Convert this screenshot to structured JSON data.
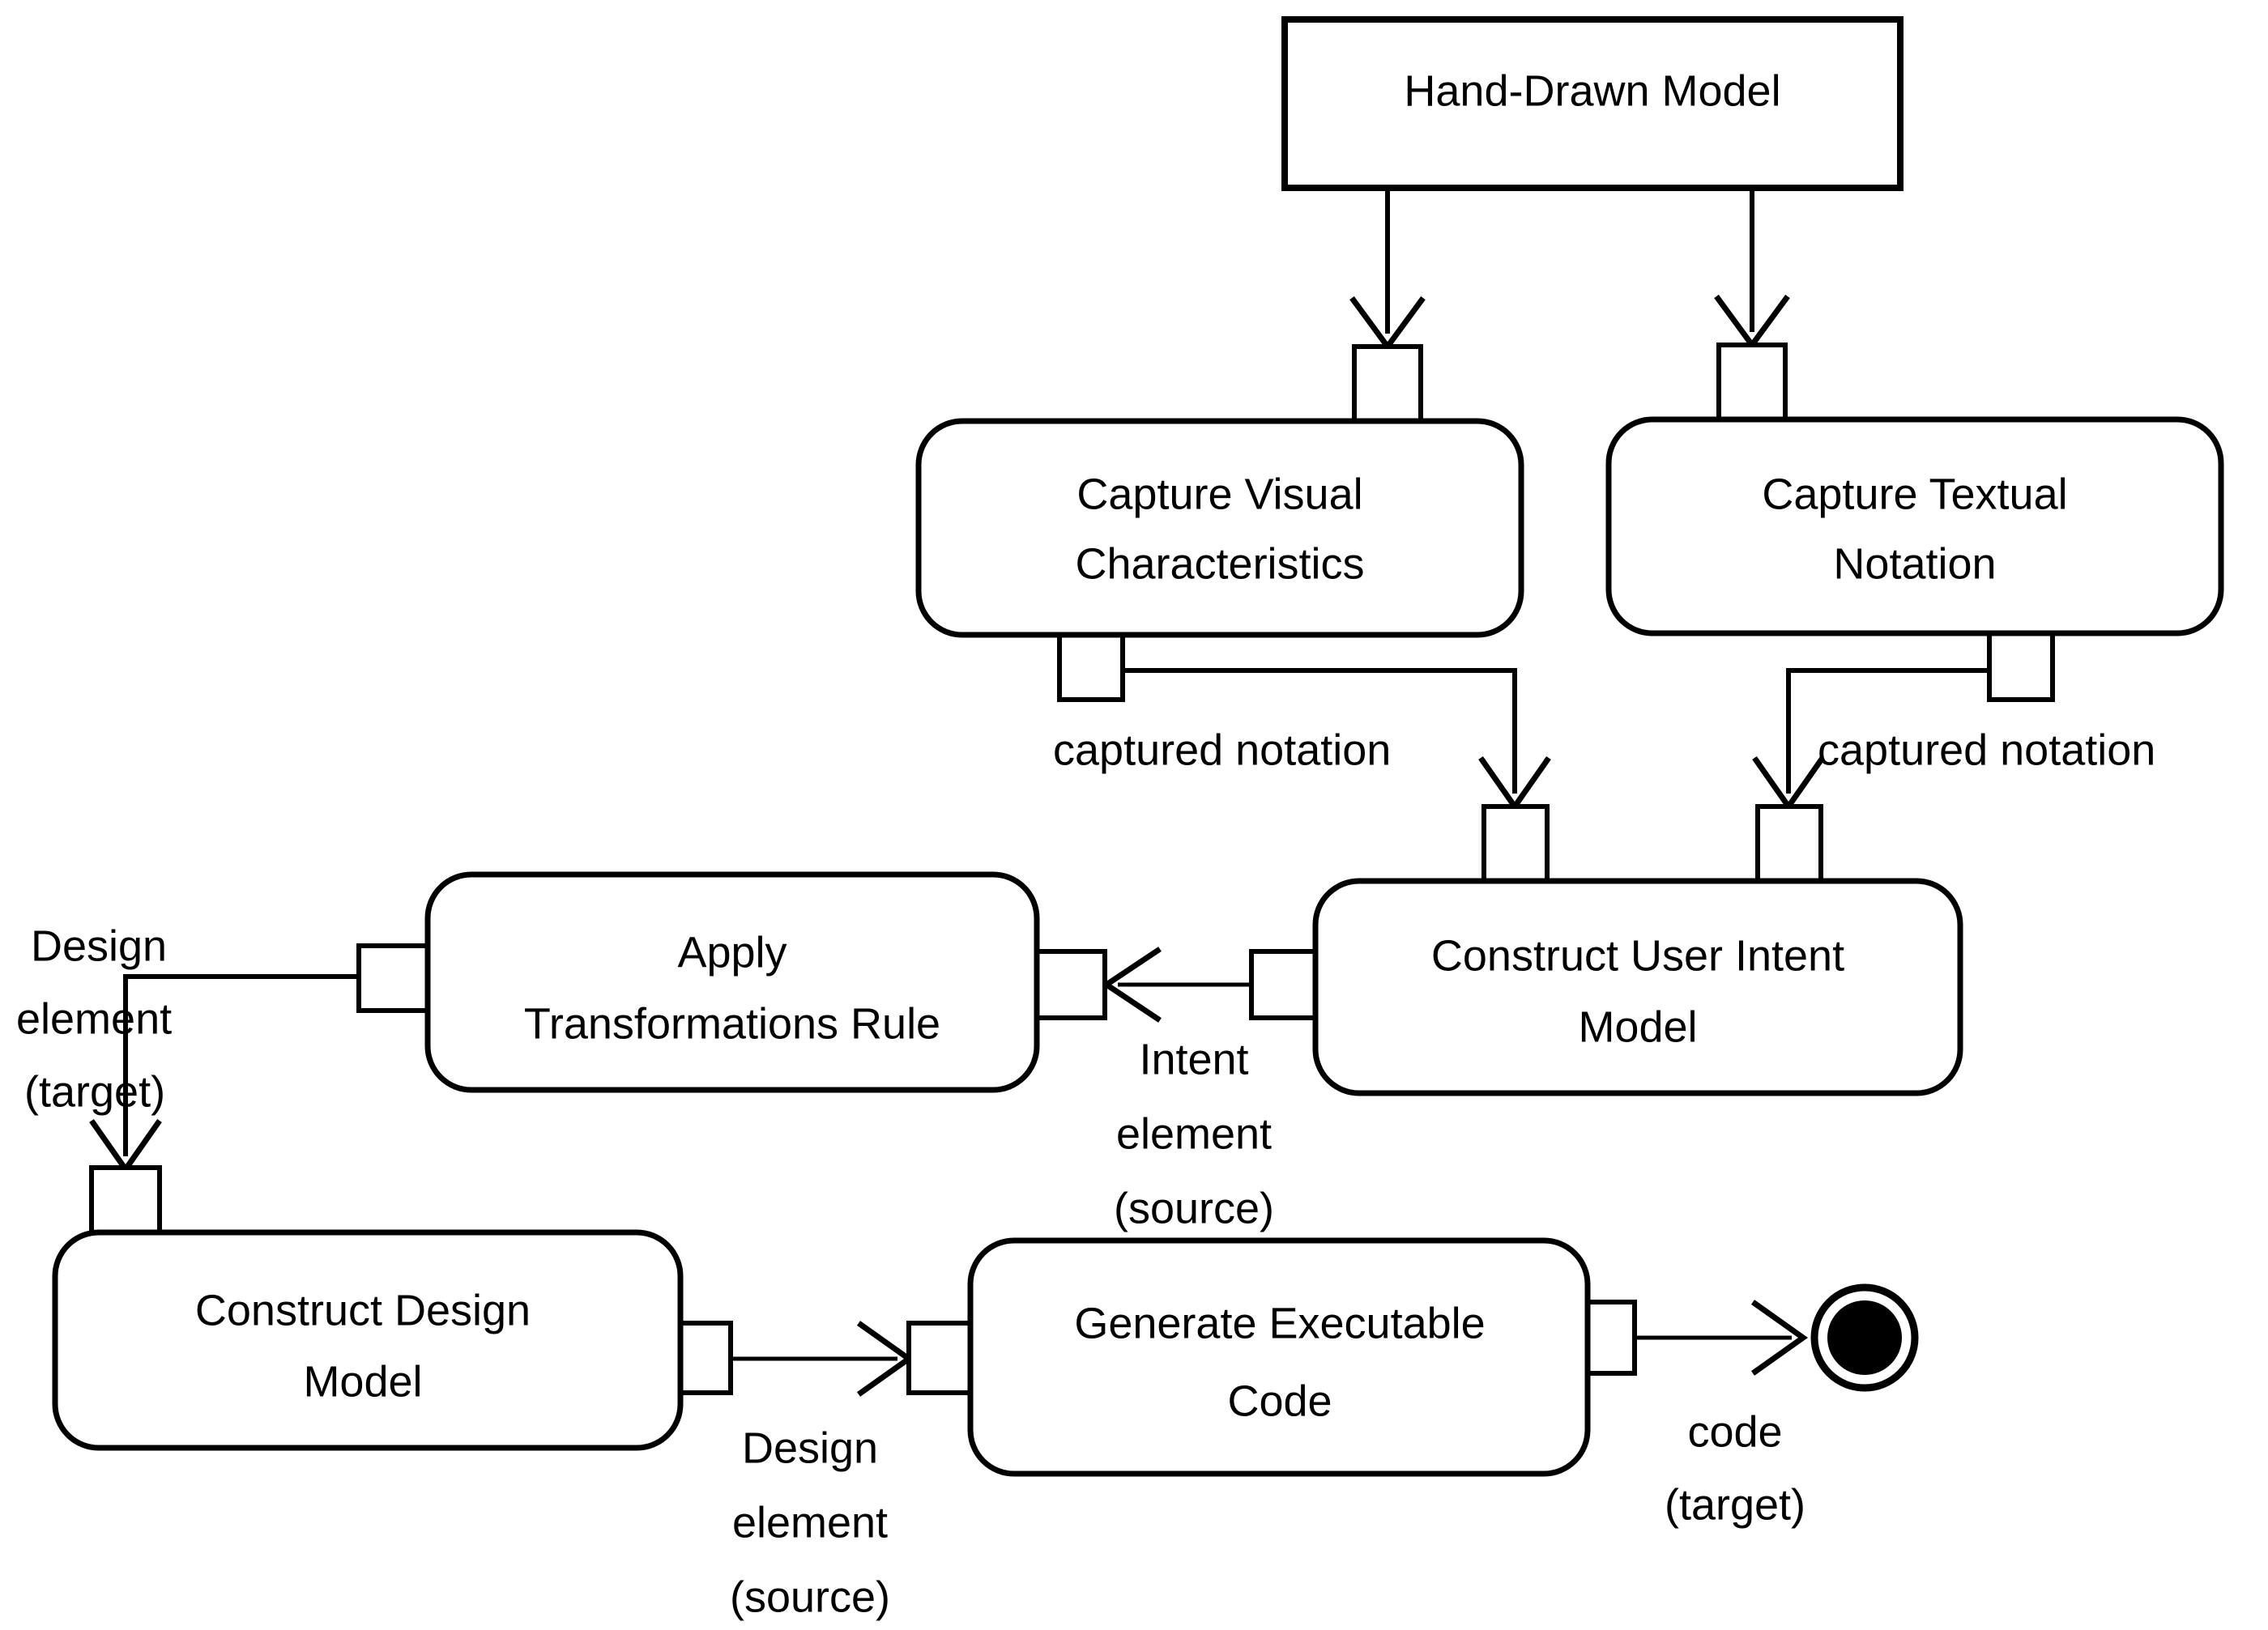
{
  "diagram": {
    "title": "Hand-Drawn Model to Executable Code Activity Diagram",
    "type": "uml-activity-diagram",
    "colors": {
      "stroke": "#000000",
      "fill": "#ffffff",
      "final_node": "#000000"
    },
    "nodes": [
      {
        "id": "hand-drawn-model",
        "shape": "rectangle",
        "label_line1": "Hand-Drawn Model",
        "label_line2": ""
      },
      {
        "id": "capture-visual-characteristics",
        "shape": "rounded-rectangle",
        "label_line1": "Capture Visual",
        "label_line2": "Characteristics"
      },
      {
        "id": "capture-textual-notation",
        "shape": "rounded-rectangle",
        "label_line1": "Capture Textual",
        "label_line2": "Notation"
      },
      {
        "id": "construct-user-intent-model",
        "shape": "rounded-rectangle",
        "label_line1": "Construct User Intent",
        "label_line2": "Model"
      },
      {
        "id": "apply-transformations-rule",
        "shape": "rounded-rectangle",
        "label_line1": "Apply",
        "label_line2": "Transformations Rule"
      },
      {
        "id": "construct-design-model",
        "shape": "rounded-rectangle",
        "label_line1": "Construct Design",
        "label_line2": "Model"
      },
      {
        "id": "generate-executable-code",
        "shape": "rounded-rectangle",
        "label_line1": "Generate Executable",
        "label_line2": "Code"
      },
      {
        "id": "final-node",
        "shape": "activity-final",
        "label_line1": "",
        "label_line2": ""
      }
    ],
    "edge_labels": {
      "captured_notation_left": "captured notation",
      "captured_notation_right": "captured notation",
      "design_element_target_l1": "Design",
      "design_element_target_l2": "element",
      "design_element_target_l3": "(target)",
      "intent_element_source_l1": "Intent",
      "intent_element_source_l2": "element",
      "intent_element_source_l3": "(source)",
      "design_element_source_l1": "Design",
      "design_element_source_l2": "element",
      "design_element_source_l3": "(source)",
      "code_target_l1": "code",
      "code_target_l2": "(target)"
    }
  }
}
